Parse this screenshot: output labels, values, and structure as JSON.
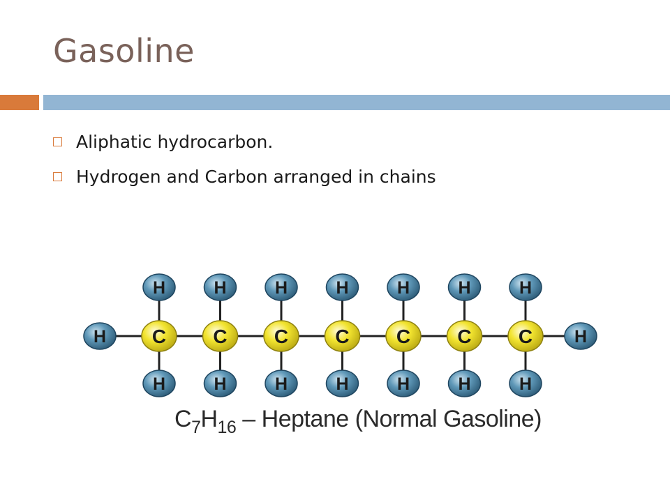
{
  "slide": {
    "title": "Gasoline",
    "bullets": [
      "Aliphatic hydrocarbon.",
      "Hydrogen and Carbon arranged in chains"
    ]
  },
  "diagram": {
    "carbon_label": "C",
    "hydrogen_label": "H",
    "carbon_count": 7,
    "formula": {
      "c": "C",
      "c_sub": "7",
      "h": "H",
      "h_sub": "16",
      "name": " – Heptane (Normal Gasoline)"
    }
  },
  "colors": {
    "title": "#7a625a",
    "accent_orange": "#d97a3a",
    "accent_blue": "#92b5d3",
    "carbon_fill": "#f2e430",
    "hydrogen_fill": "#5f98b8",
    "bond": "#222222"
  }
}
